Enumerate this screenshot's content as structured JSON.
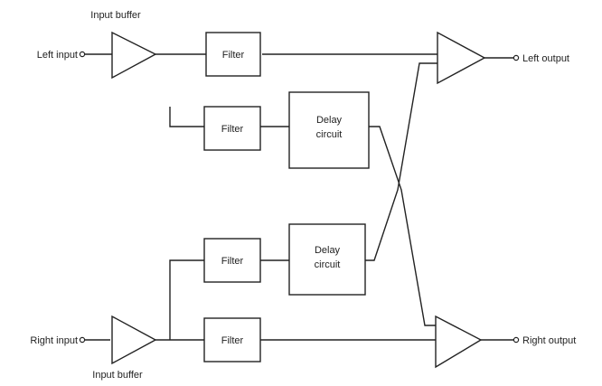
{
  "labels": {
    "left_input": "Left input",
    "right_input": "Right input",
    "left_output": "Left output",
    "right_output": "Right output",
    "input_buffer_top": "Input buffer",
    "input_buffer_bottom": "Input buffer"
  },
  "blocks": {
    "filter_1": "Filter",
    "filter_2": "Filter",
    "filter_3": "Filter",
    "filter_4": "Filter",
    "delay_1_line1": "Delay",
    "delay_1_line2": "circuit",
    "delay_2_line1": "Delay",
    "delay_2_line2": "circuit"
  }
}
